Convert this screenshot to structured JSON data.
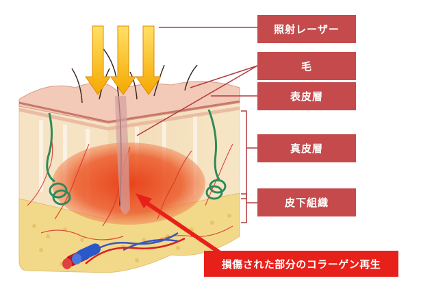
{
  "labels": {
    "laser": "照射レーザー",
    "hair": "毛",
    "epidermis": "表皮層",
    "dermis": "真皮層",
    "subcutaneous": "皮下組織"
  },
  "callout": "損傷された部分のコラーゲン再生",
  "colors": {
    "label_bg": "#c44a4c",
    "callout_bg": "#e8201a",
    "laser_arrow": "#f5b800",
    "heat_zone": "#e8401a",
    "pointer_arrow": "#e8201a"
  },
  "laser_arrow_count": 3
}
